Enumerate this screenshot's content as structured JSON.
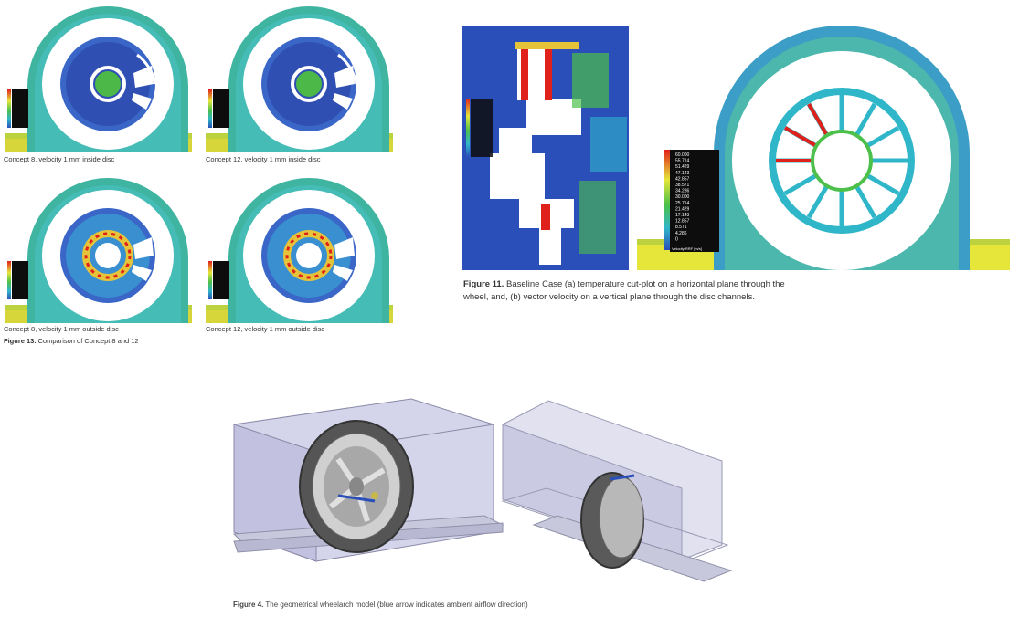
{
  "figure13": {
    "panels": [
      {
        "caption": "Concept 8, velocity 1 mm inside disc"
      },
      {
        "caption": "Concept 12, velocity 1 mm inside disc"
      },
      {
        "caption": "Concept 8, velocity 1 mm outside disc"
      },
      {
        "caption": "Concept 12, velocity 1 mm outside disc"
      }
    ],
    "label": "Figure 13.",
    "caption": "Comparison of Concept 8 and 12"
  },
  "figure11": {
    "label": "Figure 11.",
    "caption_line1": "Baseline Case (a) temperature cut-plot on a horizontal plane through the",
    "caption_line2": "wheel, and, (b) vector velocity on a vertical plane through the disc channels.",
    "legend_b_values": [
      "60.000",
      "55.714",
      "51.429",
      "47.143",
      "42.857",
      "38.571",
      "34.286",
      "30.000",
      "25.714",
      "21.429",
      "17.143",
      "12.857",
      "8.571",
      "4.286",
      "0"
    ],
    "legend_b_unit": "Velocity RRF [m/s]"
  },
  "figure4": {
    "label": "Figure 4.",
    "caption": "The geometrical wheelarch model (blue arrow indicates ambient airflow direction)"
  },
  "colors": {
    "cfd_blue": "#2a4fb8",
    "cfd_cyan": "#2fb6c9",
    "cfd_green": "#4cc04a",
    "cfd_yellow": "#e6e63a",
    "cfd_red": "#e0201b"
  }
}
